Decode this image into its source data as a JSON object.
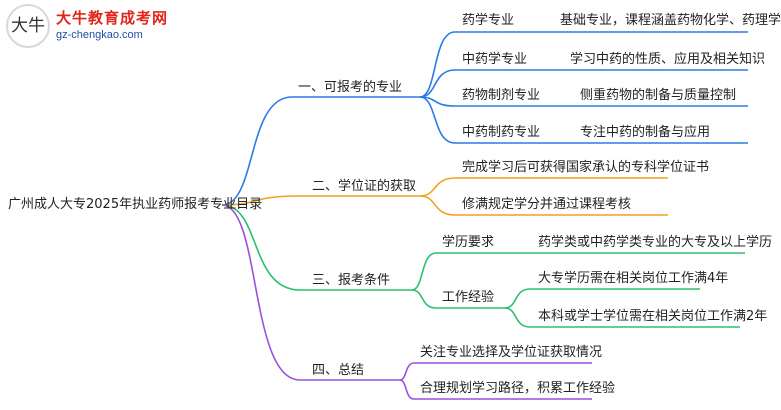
{
  "logo": {
    "mark": "大牛",
    "name": "大牛教育成考网",
    "url": "gz-chengkao.com"
  },
  "root": "广州成人大专2025年执业药师报考专业目录",
  "colors": {
    "blue": "#2b7be6",
    "orange": "#f0a21f",
    "green": "#2fbf71",
    "purple": "#9a4fe0"
  },
  "branches": [
    {
      "label": "一、可报考的专业",
      "children": [
        {
          "label": "药学专业",
          "detail": "基础专业，课程涵盖药物化学、药理学"
        },
        {
          "label": "中药学专业",
          "detail": "学习中药的性质、应用及相关知识"
        },
        {
          "label": "药物制剂专业",
          "detail": "侧重药物的制备与质量控制"
        },
        {
          "label": "中药制药专业",
          "detail": "专注中药的制备与应用"
        }
      ]
    },
    {
      "label": "二、学位证的获取",
      "children": [
        {
          "label": "完成学习后可获得国家承认的专科学位证书"
        },
        {
          "label": "修满规定学分并通过课程考核"
        }
      ]
    },
    {
      "label": "三、报考条件",
      "children": [
        {
          "label": "学历要求",
          "details": [
            "药学类或中药学类专业的大专及以上学历"
          ]
        },
        {
          "label": "工作经验",
          "details": [
            "大专学历需在相关岗位工作满4年",
            "本科或学士学位需在相关岗位工作满2年"
          ]
        }
      ]
    },
    {
      "label": "四、总结",
      "children": [
        {
          "label": "关注专业选择及学位证获取情况"
        },
        {
          "label": "合理规划学习路径，积累工作经验"
        }
      ]
    }
  ]
}
